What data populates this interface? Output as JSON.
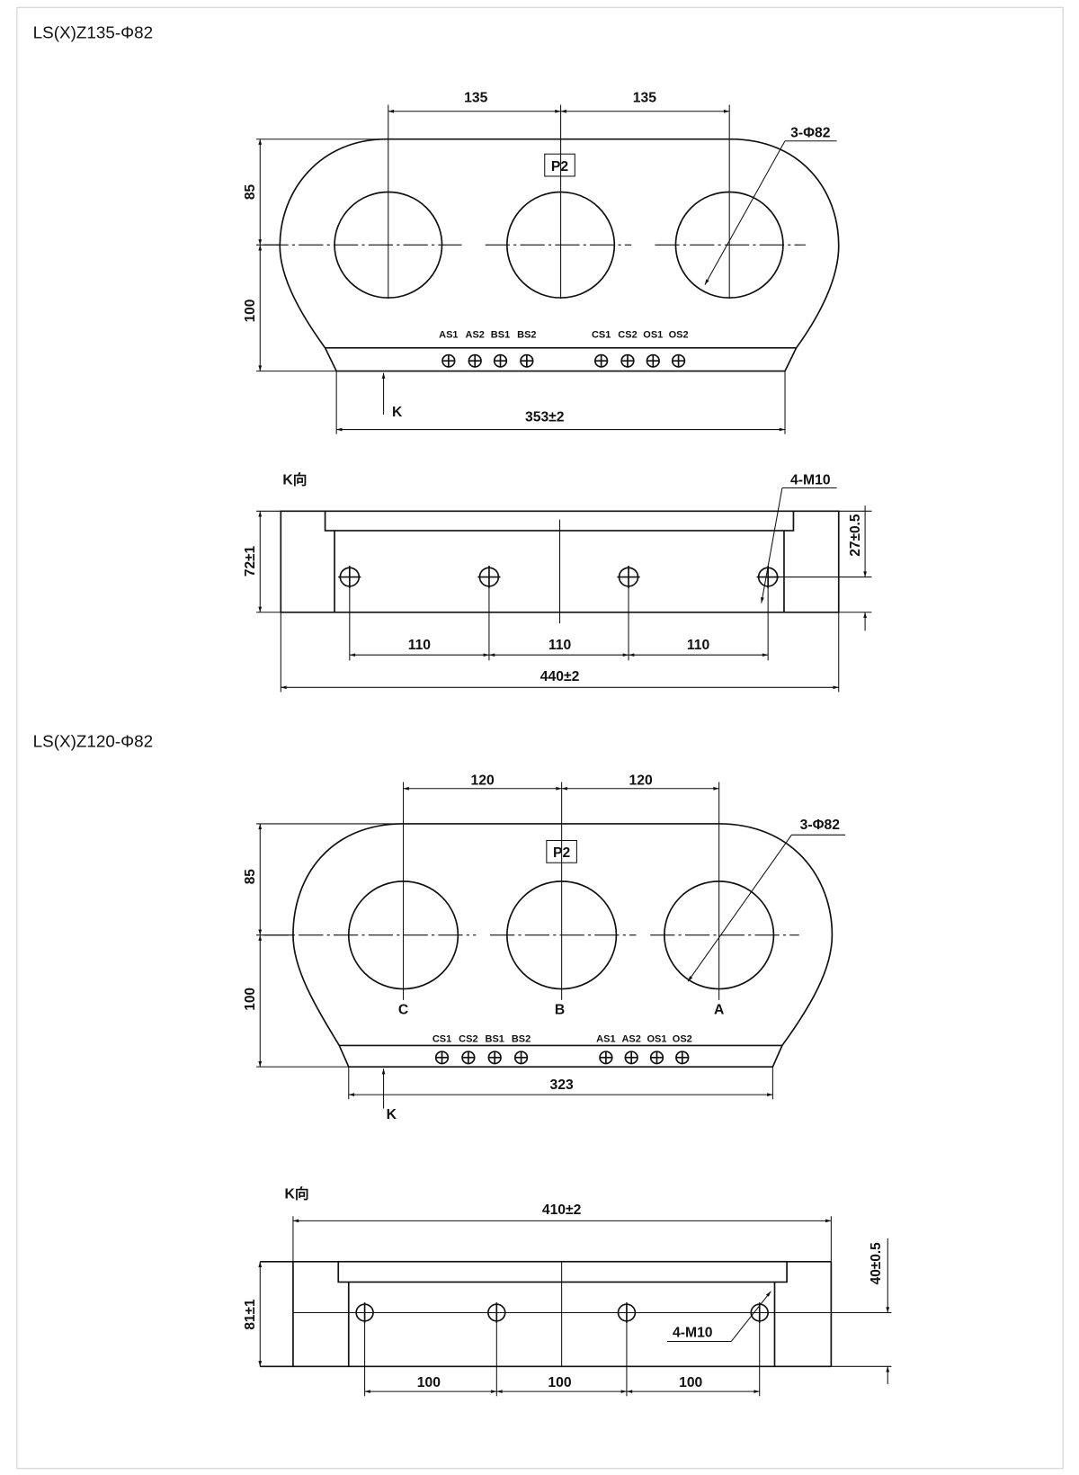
{
  "drawing1": {
    "title": "LS(X)Z135-Φ82",
    "front": {
      "spacing_left": "135",
      "spacing_right": "135",
      "hole_callout": "3-Φ82",
      "marker": "P2",
      "height_upper": "85",
      "height_lower": "100",
      "base_width": "353±2",
      "view_arrow": "K",
      "terminals": [
        "AS1",
        "AS2",
        "BS1",
        "BS2",
        "CS1",
        "CS2",
        "OS1",
        "OS2"
      ]
    },
    "side": {
      "view_label": "K向",
      "thread_callout": "4-M10",
      "height": "72±1",
      "hole_height": "27±0.5",
      "pitch": [
        "110",
        "110",
        "110"
      ],
      "total_width": "440±2"
    }
  },
  "drawing2": {
    "title": "LS(X)Z120-Φ82",
    "front": {
      "spacing_left": "120",
      "spacing_right": "120",
      "hole_callout": "3-Φ82",
      "marker": "P2",
      "height_upper": "85",
      "height_lower": "100",
      "base_width": "323",
      "view_arrow": "K",
      "phases": [
        "C",
        "B",
        "A"
      ],
      "terminals": [
        "CS1",
        "CS2",
        "BS1",
        "BS2",
        "AS1",
        "AS2",
        "OS1",
        "OS2"
      ]
    },
    "side": {
      "view_label": "K向",
      "thread_callout": "4-M10",
      "height": "81±1",
      "hole_height": "40±0.5",
      "pitch": [
        "100",
        "100",
        "100"
      ],
      "total_width": "410±2"
    }
  }
}
